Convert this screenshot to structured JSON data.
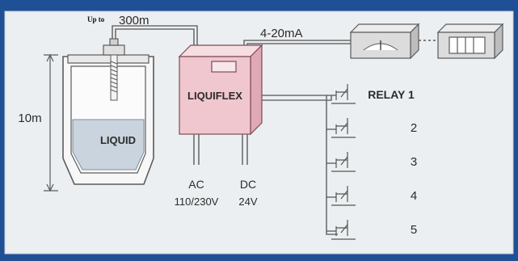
{
  "diagram": {
    "cable_prefix": "Up to",
    "cable_length": "300m",
    "signal": "4-20mA",
    "tank_height": "10m",
    "liquid": "LIQUID",
    "device": "LIQUIFLEX",
    "ac_label": "AC",
    "ac_voltage": "110/230V",
    "dc_label": "DC",
    "dc_voltage": "24V",
    "relays": [
      {
        "label": "RELAY 1"
      },
      {
        "label": "2"
      },
      {
        "label": "3"
      },
      {
        "label": "4"
      },
      {
        "label": "5"
      }
    ]
  },
  "colors": {
    "frame": "#1f4f95",
    "panel": "#eceff1",
    "device": "#f0c6cf",
    "liquid": "#c9d4de",
    "box": "#d9d9d9"
  }
}
